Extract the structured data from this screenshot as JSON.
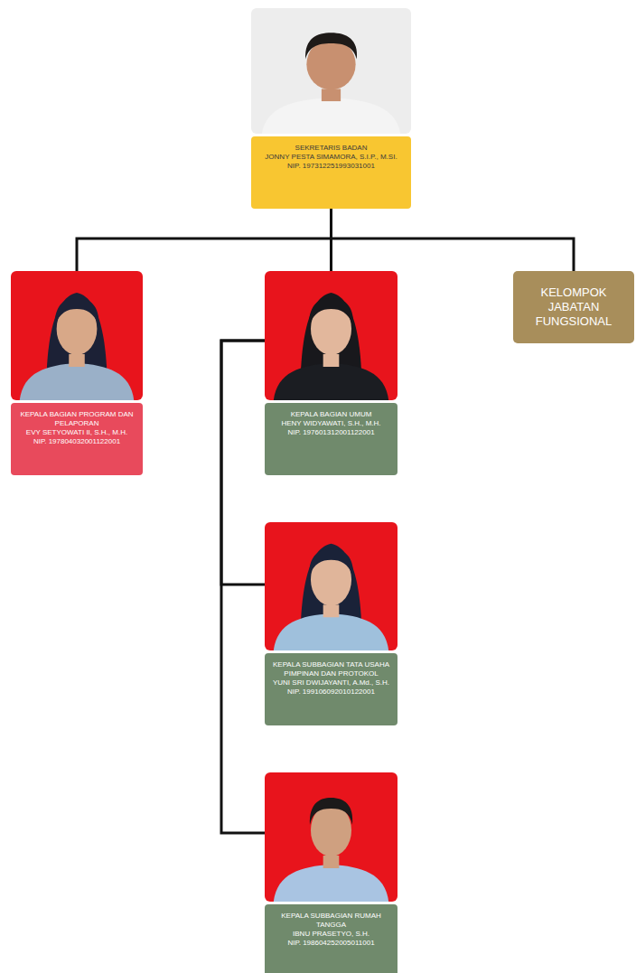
{
  "diagram": {
    "nodes": [
      {
        "text": [
          "SEKRETARIS BADAN",
          "JONNY PESTA SIMAMORA, S.I.P., M.SI.",
          "NIP. 197312251993031001"
        ]
      },
      {
        "text": [
          "KEPALA BAGIAN PROGRAM DAN PELAPORAN",
          "EVY SETYOWATI II, S.H., M.H.",
          "NIP. 197804032001122001"
        ]
      },
      {
        "text": [
          "KEPALA BAGIAN UMUM",
          "HENY WIDYAWATI, S.H., M.H.",
          "NIP. 197601312001122001"
        ]
      },
      {
        "text": [
          "KELOMPOK JABATAN FUNGSIONAL"
        ]
      },
      {
        "text": [
          "KEPALA SUBBAGIAN TATA USAHA PIMPINAN DAN PROTOKOL",
          "YUNI SRI DWIJAYANTI, A.Md., S.H.",
          "NIP. 199106092010122001"
        ]
      },
      {
        "text": [
          "KEPALA SUBBAGIAN RUMAH TANGGA",
          "IBNU PRASETYO, S.H.",
          "NIP. 198604252005011001"
        ]
      }
    ],
    "edges": [
      {
        "from": 0,
        "to": 1,
        "arrow": "none"
      },
      {
        "from": 0,
        "to": 2,
        "arrow": "none"
      },
      {
        "from": 0,
        "to": 3,
        "arrow": "none"
      },
      {
        "from": 2,
        "to": 4,
        "arrow": "none"
      },
      {
        "from": 2,
        "to": 5,
        "arrow": "none"
      }
    ]
  }
}
